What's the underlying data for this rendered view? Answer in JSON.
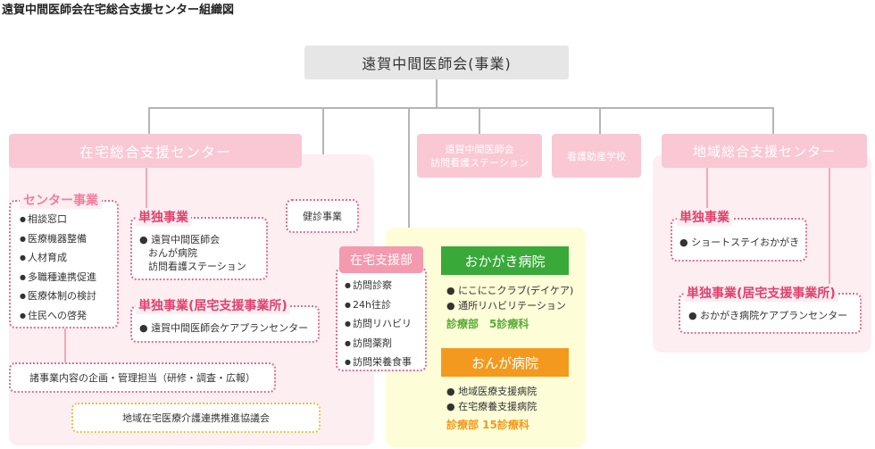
{
  "title": "遠賀中間医師会在宅総合支援センター組織図",
  "top": "遠賀中間医師会(事業)",
  "left_center": {
    "header": "在宅総合支援センター",
    "center_jigyo": {
      "title": "センター事業",
      "items": [
        "相談窓口",
        "医療機器整備",
        "人材育成",
        "多職種連携促進",
        "医療体制の検討",
        "住民への啓発"
      ]
    },
    "tandoku": {
      "title": "単独事業",
      "items": [
        "遠賀中間医師会",
        "おんが病院",
        "訪問看護ステーション"
      ]
    },
    "tandoku_kyotaku": {
      "title": "単独事業(居宅支援事業所)",
      "items": [
        "遠賀中間医師会ケアプランセンター"
      ]
    },
    "planning": "諸事業内容の企画・管理担当（研修・調査・広報）",
    "council": "地域在宅医療介護連携推進協議会"
  },
  "kenshin": "健診事業",
  "visiting_station": {
    "line1": "遠賀中間医師会",
    "line2": "訪問看護ステーション"
  },
  "nursing_school": "看護助産学校",
  "home_support": {
    "header": "在宅支援部",
    "items": [
      "訪問診察",
      "24h往診",
      "訪問リハビリ",
      "訪問薬剤",
      "訪問栄養食事"
    ]
  },
  "okagaki": {
    "header": "おかがき病院",
    "items": [
      "にこにこクラブ(デイケア)",
      "通所リハビリテーション"
    ],
    "wards": "診療部　5診療科"
  },
  "onga": {
    "header": "おんが病院",
    "items": [
      "地域医療支援病院",
      "在宅療養支援病院"
    ],
    "wards": "診療部 15診療科"
  },
  "right_center": {
    "header": "地域総合支援センター",
    "tandoku": {
      "title": "単独事業",
      "items": [
        "ショートステイおかがき"
      ]
    },
    "tandoku_kyotaku": {
      "title": "単独事業(居宅支援事業所)",
      "items": [
        "おかがき病院ケアプランセンター"
      ]
    }
  }
}
